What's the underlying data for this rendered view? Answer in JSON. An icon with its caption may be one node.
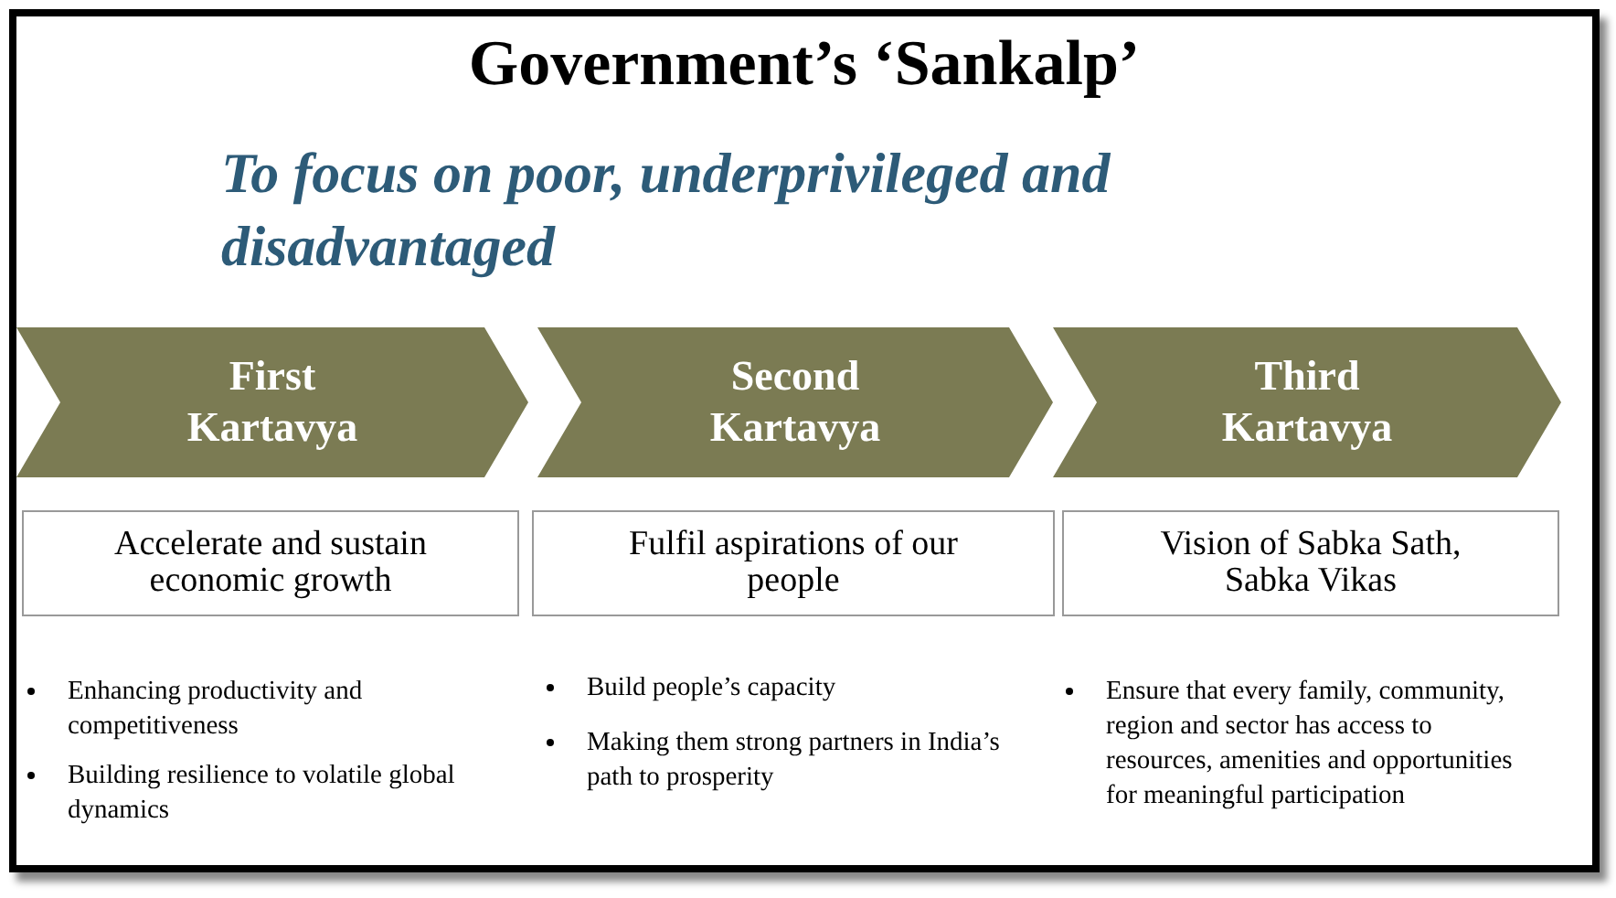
{
  "diagram": {
    "title": "Government’s ‘Sankalp’",
    "caption": "To focus on poor, underprivileged and disadvantaged",
    "nodes": [
      {
        "text": [
          "First Kartavya"
        ]
      },
      {
        "text": [
          "Second Kartavya"
        ]
      },
      {
        "text": [
          "Third Kartavya"
        ]
      },
      {
        "text": [
          "Accelerate and sustain economic growth"
        ]
      },
      {
        "text": [
          "Fulfil aspirations of our people"
        ]
      },
      {
        "text": [
          "Vision of Sabka Sath, Sabka Vikas"
        ]
      }
    ],
    "labels": [
      "Enhancing productivity and competitiveness",
      "Building resilience to volatile global dynamics",
      "Build people’s capacity",
      "Making them strong partners in India’s path to prosperity",
      "Ensure that every family, community, region and sector has access to resources, amenities and opportunities for meaningful participation"
    ]
  }
}
